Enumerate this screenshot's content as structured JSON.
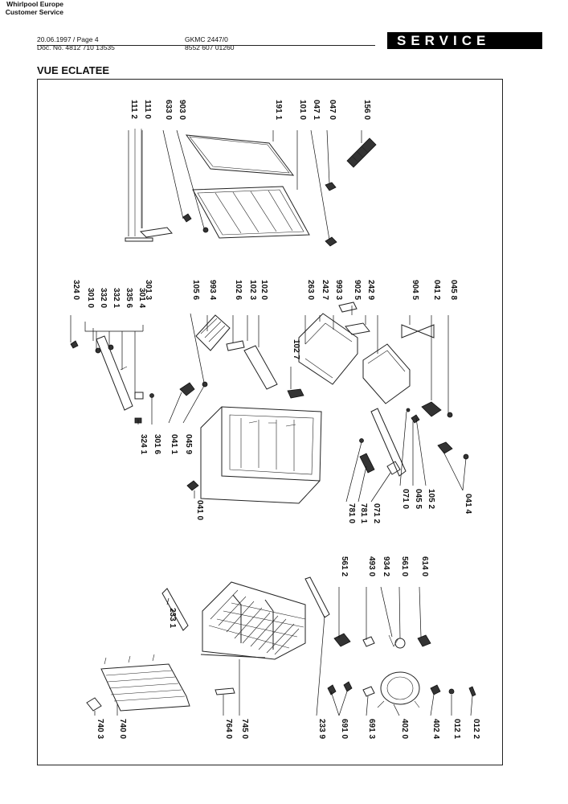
{
  "header": {
    "date_page": "20.06.1997 / Page 4",
    "doc_no": "Doc. No. 4812 710 13535",
    "model": "GKMC 2447/0",
    "model_code": "8552 607 01260",
    "company": "Whirlpool Europe",
    "dept": "Customer Service",
    "banner": "SERVICE"
  },
  "section_title": "VUE ECLATEE",
  "part_numbers": [
    "111 2",
    "111 0",
    "633 0",
    "903 0",
    "191 1",
    "101 0",
    "047 1",
    "047 0",
    "156 0",
    "324 0",
    "301 0",
    "332 0",
    "332 1",
    "335 6",
    "301 4",
    "301 3",
    "105 6",
    "993 4",
    "102 6",
    "102 3",
    "102 0",
    "263 0",
    "242 7",
    "993 3",
    "902 5",
    "242 9",
    "904 5",
    "041 2",
    "045 8",
    "324 1",
    "301 6",
    "041 1",
    "045 9",
    "102 7",
    "041 0",
    "781 0",
    "781 1",
    "071 2",
    "071 0",
    "045 5",
    "105 2",
    "041 4",
    "233 1",
    "561 2",
    "493 0",
    "934 2",
    "561 0",
    "614 0",
    "740 3",
    "740 0",
    "764 0",
    "745 0",
    "233 9",
    "691 0",
    "691 3",
    "402 0",
    "402 4",
    "012 1",
    "012 2"
  ]
}
